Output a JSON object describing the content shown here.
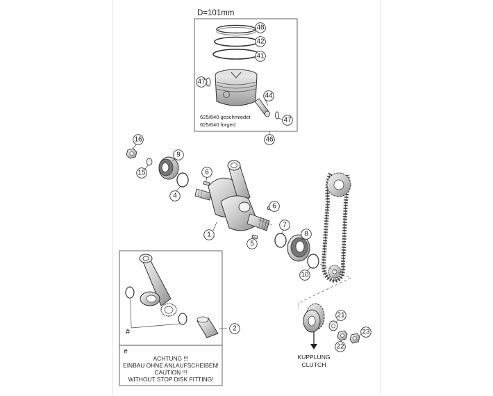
{
  "piston_box": {
    "diameter_label": "D=101mm",
    "note_line1": "625/640  geschmiedet",
    "note_line2": "625/640  forged"
  },
  "callouts": {
    "c48": "48",
    "c42": "42",
    "c41": "41",
    "c47a": "47",
    "c44": "44",
    "c47b": "47",
    "c46": "46",
    "c16": "16",
    "c9": "9",
    "c15": "15",
    "c6a": "6",
    "c4": "4",
    "c1": "1",
    "c6b": "6",
    "c5": "5",
    "c7": "7",
    "c8": "8",
    "c10": "10",
    "c2": "2",
    "c21": "21",
    "c22": "22",
    "c23": "23"
  },
  "inset": {
    "hash_mark": "#",
    "warning_hash": "#",
    "warning_line1": "ACHTUNG !!!",
    "warning_line2": "EINBAU OHNE ANLAUFSCHEIBEN!",
    "warning_line3": "CAUTION !!!",
    "warning_line4": "WITHOUT STOP DISK FITTING!"
  },
  "clutch_label": {
    "line1": "KUPPLUNG",
    "line2": "CLUTCH"
  }
}
